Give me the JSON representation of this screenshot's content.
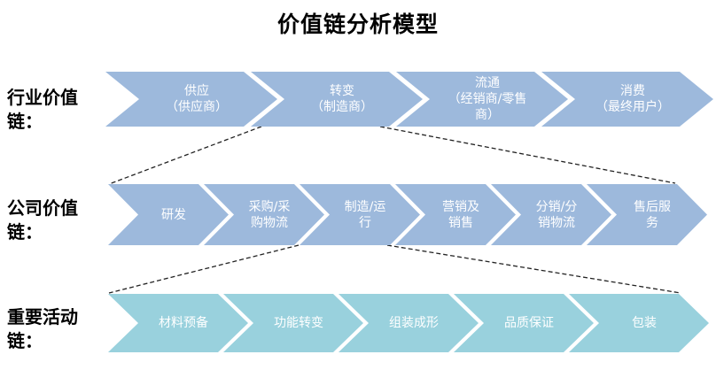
{
  "title": "价值链分析模型",
  "colors": {
    "industry_chevron": "#9db9dc",
    "company_chevron": "#9db9dc",
    "activity_chevron": "#99d1dd",
    "chevron_text": "#ffffff",
    "label_text": "#000000",
    "connector_line": "#222222",
    "background": "#ffffff"
  },
  "rows": [
    {
      "id": "industry",
      "label": "行业价值\n链：",
      "items": [
        {
          "text": "供应\n（供应商）"
        },
        {
          "text": "转变\n（制造商）"
        },
        {
          "text": "流通\n（经销商/零售\n商）"
        },
        {
          "text": "消费\n（最终用户）"
        }
      ]
    },
    {
      "id": "company",
      "label": "公司价值\n链：",
      "items": [
        {
          "text": "研发"
        },
        {
          "text": "采购/采\n购物流"
        },
        {
          "text": "制造/运\n行"
        },
        {
          "text": "营销及\n销售"
        },
        {
          "text": "分销/分\n销物流"
        },
        {
          "text": "售后服\n务"
        }
      ]
    },
    {
      "id": "activity",
      "label": "重要活动\n链：",
      "items": [
        {
          "text": "材料预备"
        },
        {
          "text": "功能转变"
        },
        {
          "text": "组装成形"
        },
        {
          "text": "品质保证"
        },
        {
          "text": "包装"
        }
      ]
    }
  ]
}
